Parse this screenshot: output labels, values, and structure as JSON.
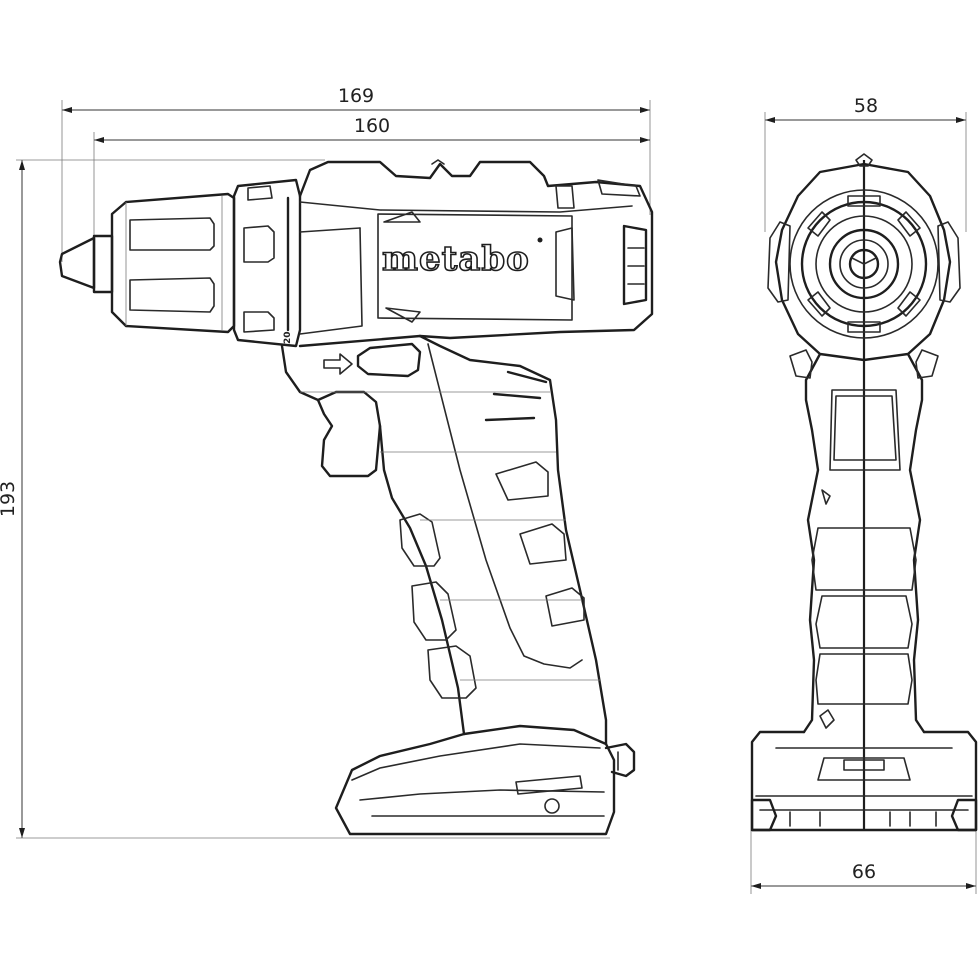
{
  "brand": {
    "logo_text": "metabo"
  },
  "marks": {
    "torque_label": "20"
  },
  "dimensions": {
    "overall_length": "169",
    "body_length": "160",
    "height": "193",
    "width_top": "58",
    "width_base": "66"
  }
}
